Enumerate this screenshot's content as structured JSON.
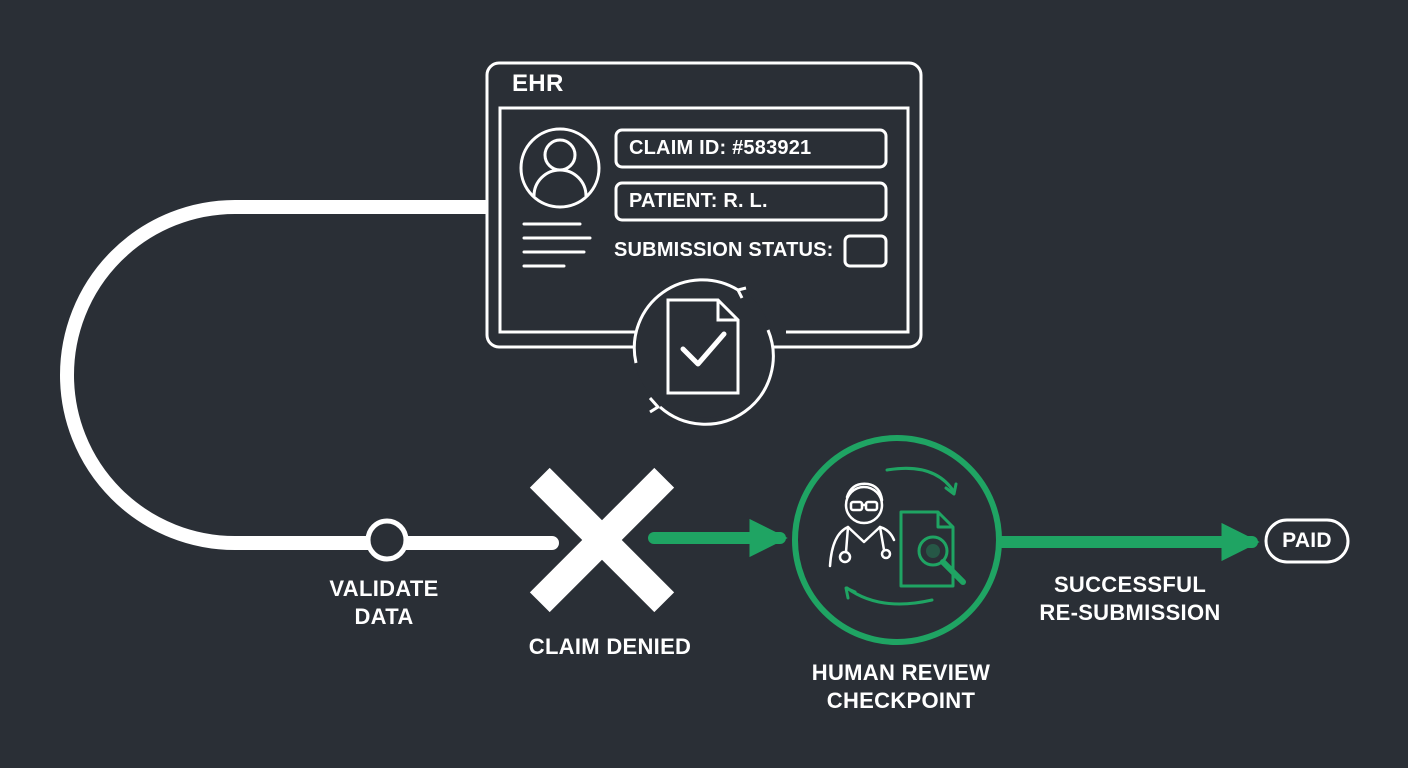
{
  "ehr": {
    "title": "EHR",
    "claim_id": "CLAIM ID: #583921",
    "patient": "PATIENT: R. L.",
    "status_label": "SUBMISSION STATUS:"
  },
  "steps": {
    "validate": [
      "VALIDATE",
      "DATA"
    ],
    "denied": "CLAIM DENIED",
    "review": [
      "HUMAN REVIEW",
      "CHECKPOINT"
    ],
    "resubmit": [
      "SUCCESSFUL",
      "RE-SUBMISSION"
    ],
    "paid": "PAID"
  },
  "colors": {
    "background": "#2a2f36",
    "line": "#ffffff",
    "accent": "#1fa463"
  },
  "icons": [
    "avatar-icon",
    "document-check-icon",
    "refresh-arrows-icon",
    "denied-x-icon",
    "doctor-icon",
    "magnifier-document-icon",
    "arrow-right-icon"
  ]
}
